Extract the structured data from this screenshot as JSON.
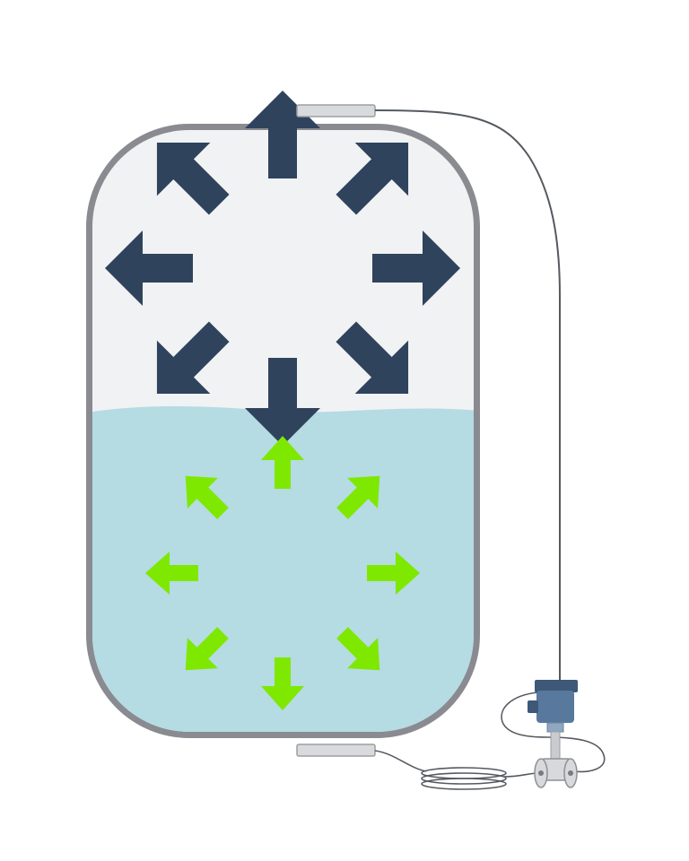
{
  "diagram": {
    "type": "pressurized-vessel-differential-pressure",
    "colors": {
      "background": "#ffffff",
      "vessel_wall": "#898b90",
      "vapor_space": "#f1f2f4",
      "liquid": "#b5dbe3",
      "vapor_pressure_arrows": "#2f435d",
      "liquid_pressure_arrows": "#7ee800",
      "flange": "#d9dadc",
      "capillary": "#555a60",
      "transmitter_body": "#58799d",
      "transmitter_dark": "#3d5878",
      "manifold": "#d7d9db"
    },
    "vapor_arrow_directions": [
      "up",
      "up-right",
      "right",
      "down-right",
      "down",
      "down-left",
      "left",
      "up-left"
    ],
    "liquid_arrow_directions": [
      "up",
      "up-right",
      "right",
      "down-right",
      "down",
      "down-left",
      "left",
      "up-left"
    ],
    "icons": {
      "transmitter": "pressure-transmitter-icon",
      "capillary": "capillary-line-icon",
      "top_seal": "top-diaphragm-seal-icon",
      "bottom_seal": "bottom-diaphragm-seal-icon"
    }
  }
}
